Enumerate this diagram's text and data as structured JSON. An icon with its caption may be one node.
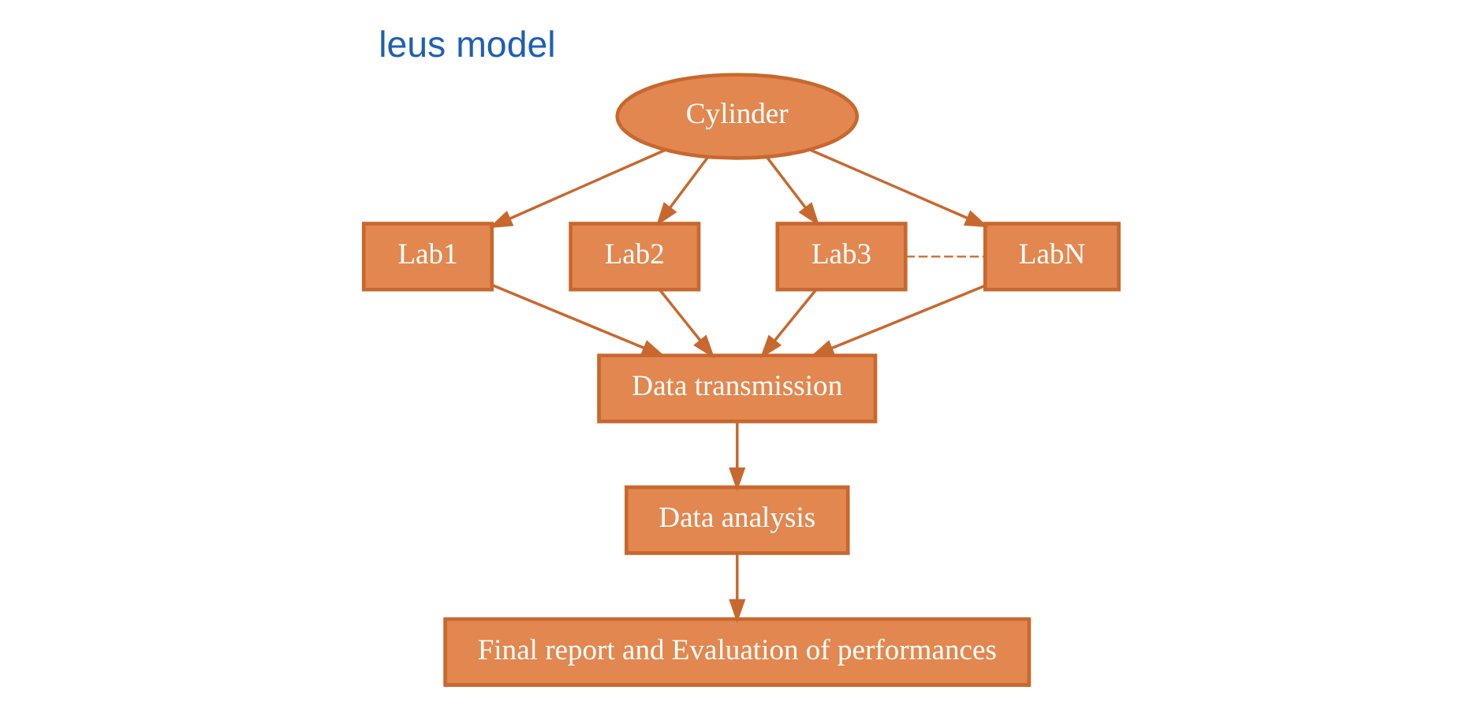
{
  "diagram": {
    "title": "leus model",
    "nodes": [
      {
        "text": [
          "Cylinder"
        ]
      },
      {
        "text": [
          "Lab1"
        ]
      },
      {
        "text": [
          "Lab2"
        ]
      },
      {
        "text": [
          "Lab3"
        ]
      },
      {
        "text": [
          "LabN"
        ]
      },
      {
        "text": [
          "Data transmission"
        ]
      },
      {
        "text": [
          "Data analysis"
        ]
      },
      {
        "text": [
          "Final report and Evaluation of performances"
        ]
      }
    ],
    "edges": [
      {
        "from": 0,
        "to": 1,
        "arrow": "to"
      },
      {
        "from": 0,
        "to": 2,
        "arrow": "to"
      },
      {
        "from": 0,
        "to": 3,
        "arrow": "to"
      },
      {
        "from": 0,
        "to": 4,
        "arrow": "to"
      },
      {
        "from": 3,
        "to": 4,
        "arrow": "none",
        "style": "dashed"
      },
      {
        "from": 1,
        "to": 5,
        "arrow": "to"
      },
      {
        "from": 2,
        "to": 5,
        "arrow": "to"
      },
      {
        "from": 3,
        "to": 5,
        "arrow": "to"
      },
      {
        "from": 4,
        "to": 5,
        "arrow": "to"
      },
      {
        "from": 5,
        "to": 6,
        "arrow": "to"
      },
      {
        "from": 6,
        "to": 7,
        "arrow": "to"
      }
    ]
  }
}
